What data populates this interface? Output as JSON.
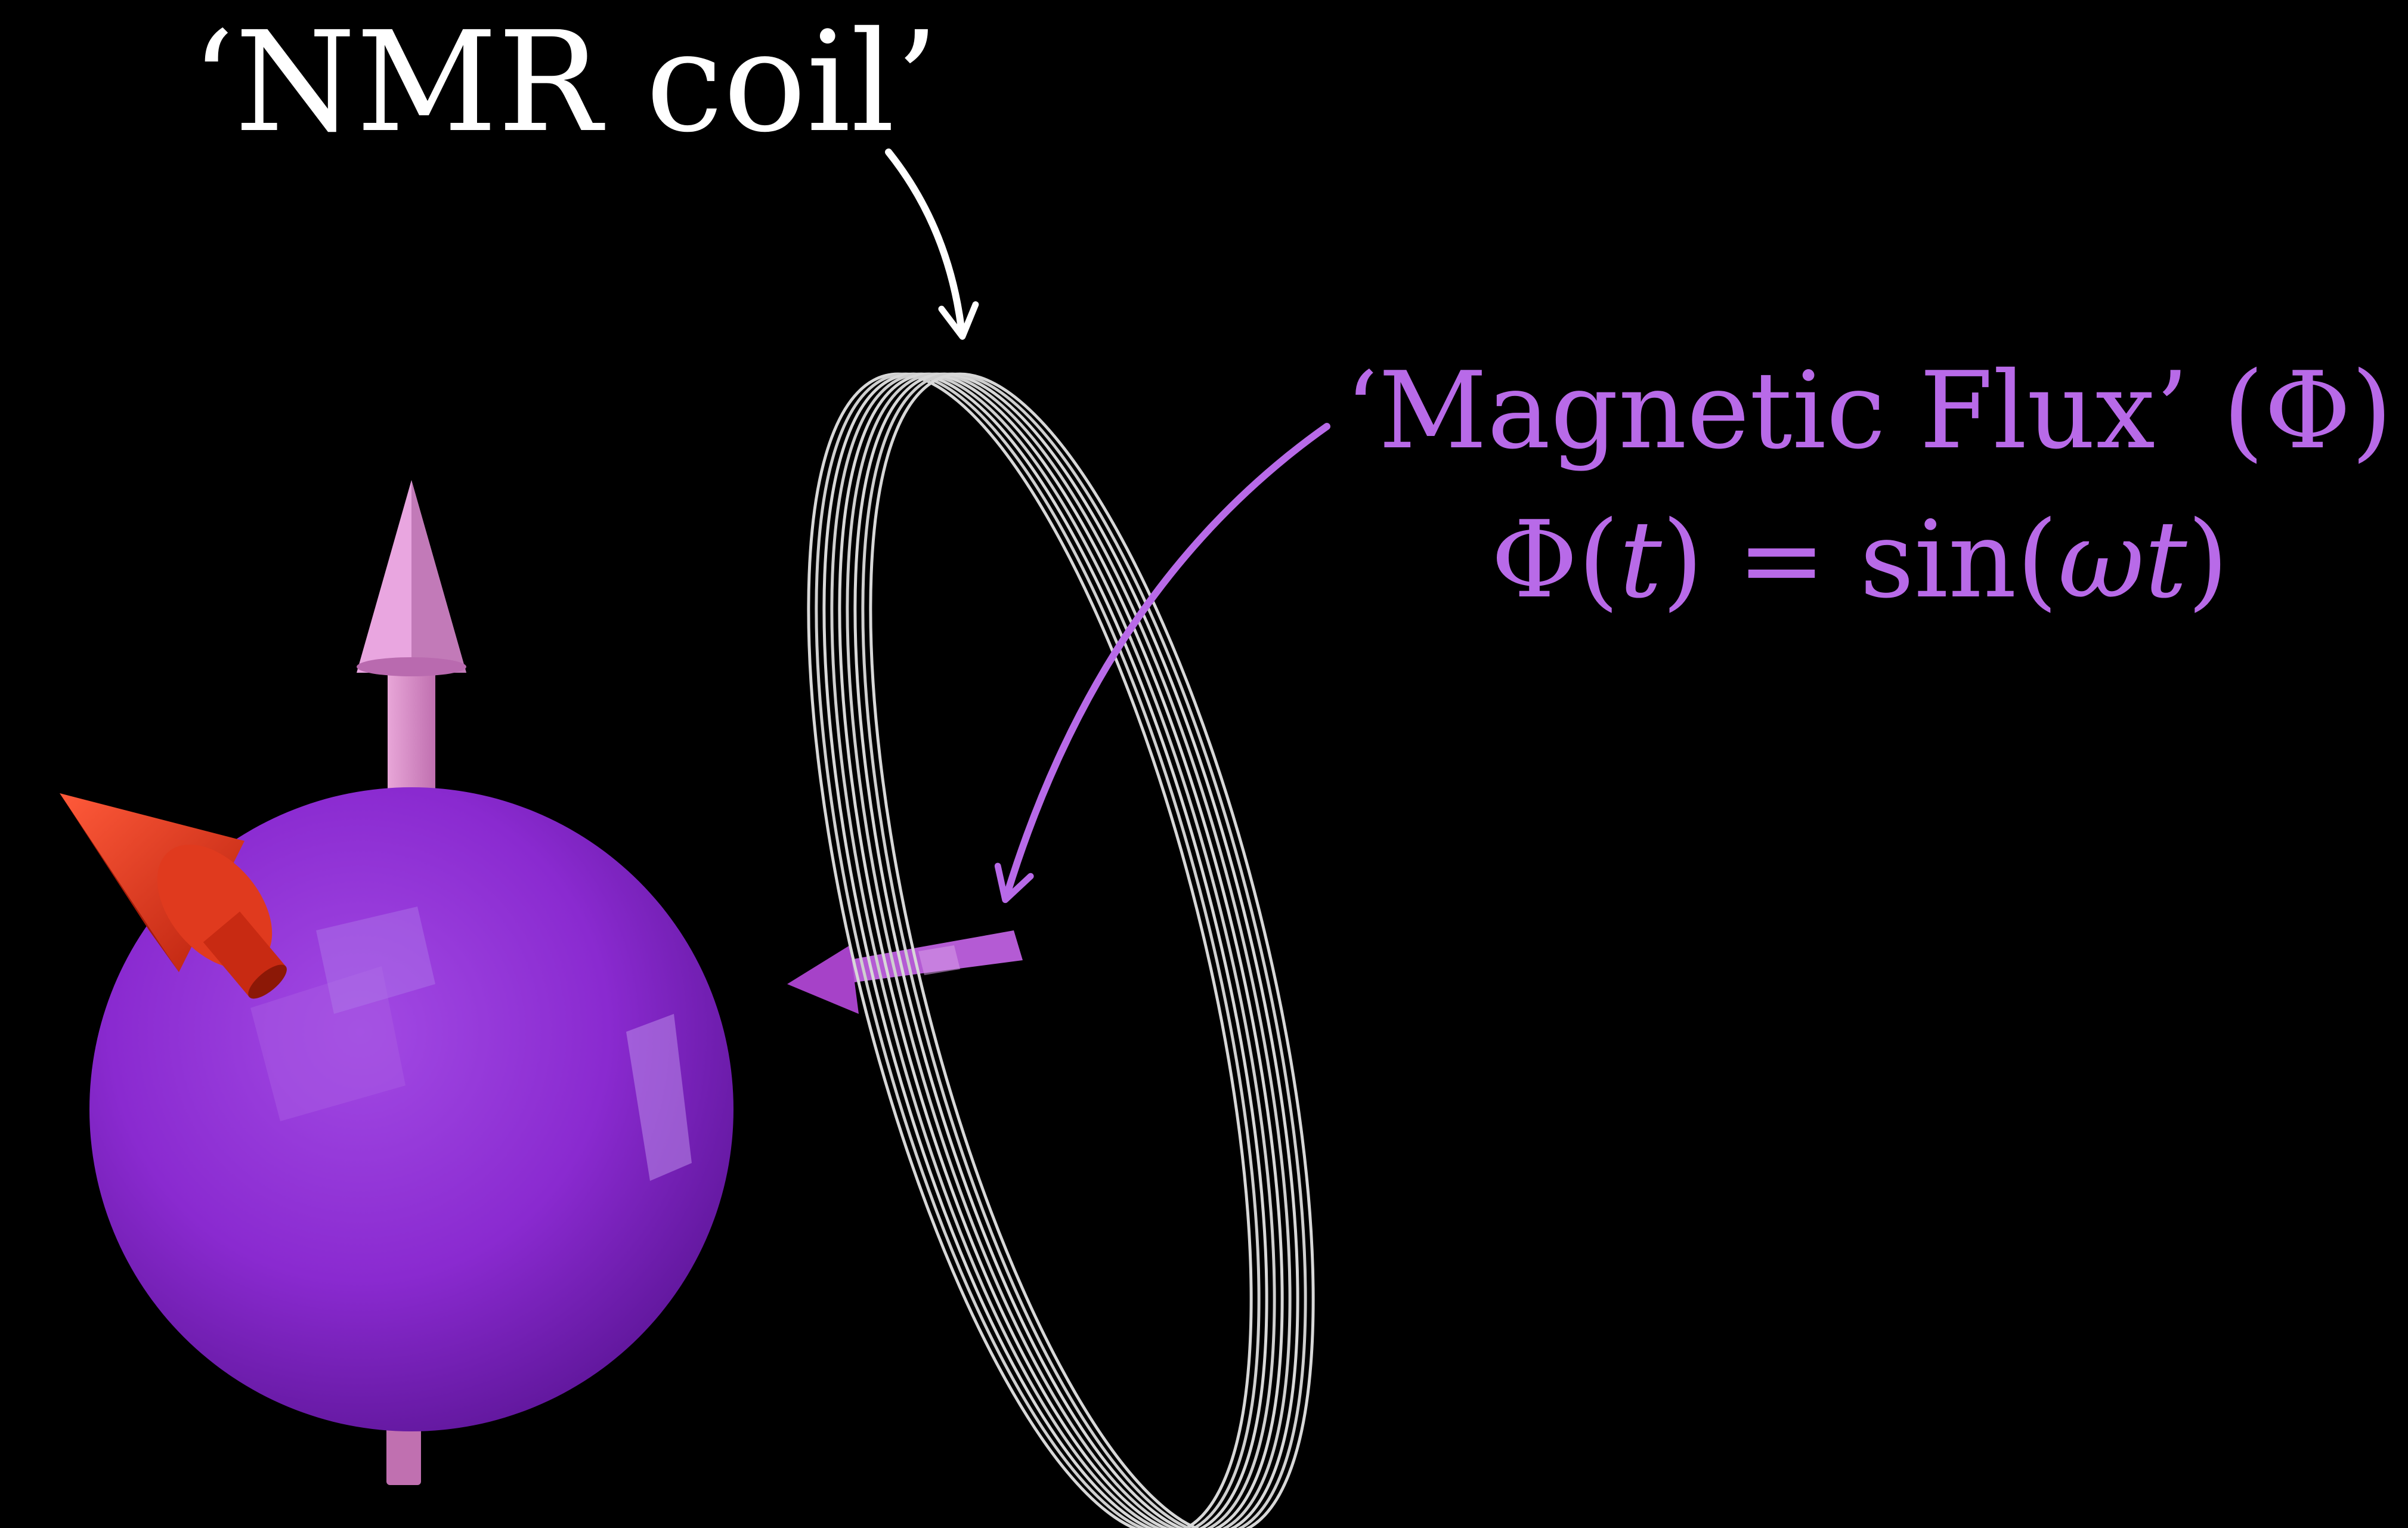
{
  "colors": {
    "background": "#000000",
    "coil_label": "#ffffff",
    "flux_accent": "#b86ae8",
    "sphere": "#8a2ad0",
    "sphere_highlight": "#b98be8",
    "spin_axis_arrow": "#d98ac8",
    "red_cone": "#e8381e",
    "coil_wire": "#d8d8d8"
  },
  "labels": {
    "coil_title": "‘NMR coil’",
    "flux_title": "‘Magnetic Flux’ (Φ)",
    "flux_equation": {
      "lhs_symbol": "Φ(",
      "lhs_var": "t",
      "mid": ") = sin(",
      "omega": "ω",
      "rhs_var": "t",
      "close": ")"
    }
  },
  "icons": {
    "coil": "wire-coil-icon",
    "nucleus": "spinning-nucleus-sphere",
    "spin_arrow": "spin-axis-arrow-icon",
    "cone": "red-cone-icon",
    "flux_arrow": "flux-arrow-icon"
  }
}
